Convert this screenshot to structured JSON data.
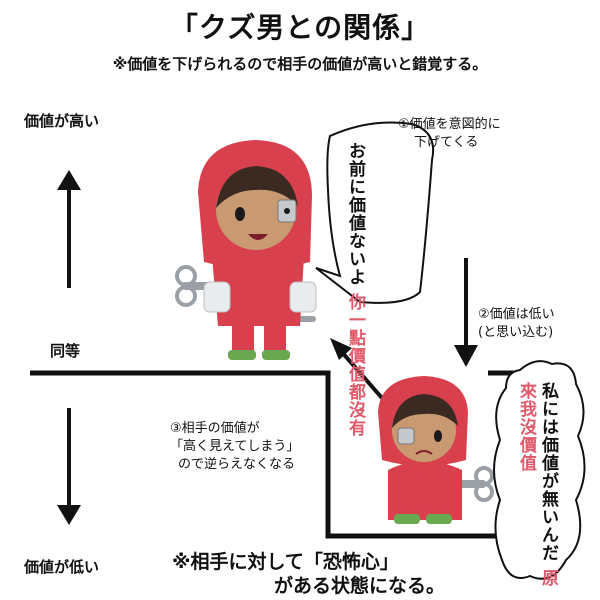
{
  "header": {
    "title": "「クズ男との関係」",
    "subtitle": "※価値を下げられるので相手の価値が高いと錯覚する。"
  },
  "axis": {
    "high_label": "価値が高い",
    "equal_label": "同等",
    "low_label": "価値が低い"
  },
  "steps": {
    "step1_line1": "①価値を意図的に",
    "step1_line2": "下げてくる",
    "step2_line1": "②価値は低い",
    "step2_line2": "(と思い込む)",
    "step3_line1": "③相手の価値が",
    "step3_line2": "「高く見えてしまう」",
    "step3_line3": "ので逆らえなくなる"
  },
  "bubbles": {
    "top_col1": "お前に価値ないよ",
    "top_col2_red": "你一點價值都沒有",
    "bottom_col1": "私には価値が無いんだ",
    "bottom_col2_red": "原來我沒價值"
  },
  "footer": {
    "line1": "※相手に対して「恐怖心」",
    "line2": "がある状態になる。"
  },
  "colors": {
    "hood_red": "#d9404e",
    "text_red": "#e05a6a",
    "shoe_green": "#6aa84f",
    "skin": "#c99a72",
    "hair": "#3b2a22"
  }
}
